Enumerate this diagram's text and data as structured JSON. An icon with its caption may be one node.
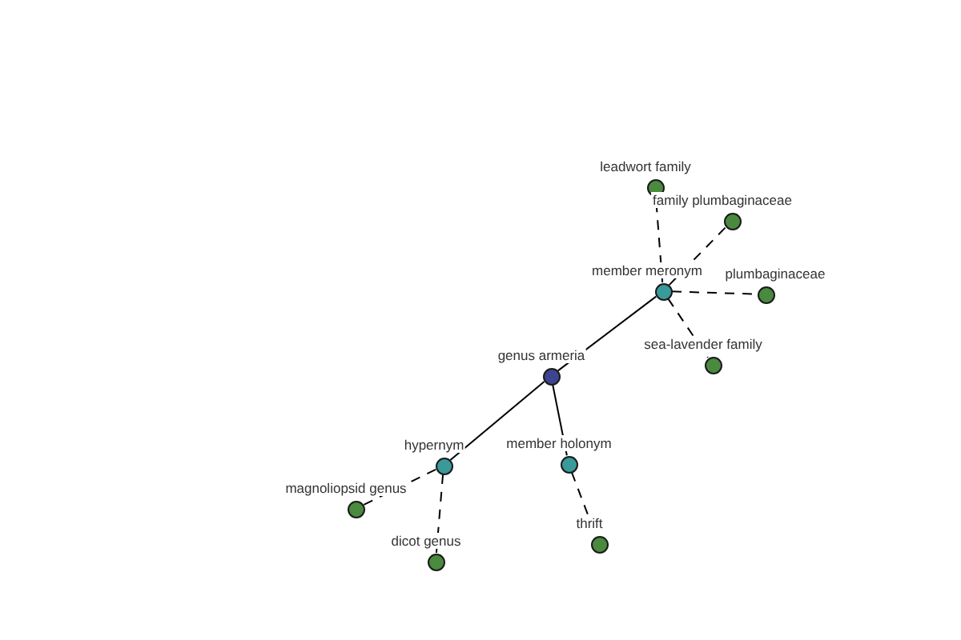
{
  "diagram": {
    "nodes": [
      {
        "text": [],
        "shape": "circle",
        "beside": [
          "genus armeria"
        ]
      },
      {
        "text": [],
        "shape": "circle",
        "beside": [
          "member meronym"
        ]
      },
      {
        "text": [],
        "shape": "circle",
        "beside": [
          "hypernym"
        ]
      },
      {
        "text": [],
        "shape": "circle",
        "beside": [
          "member holonym"
        ]
      },
      {
        "text": [],
        "shape": "circle",
        "beside": [
          "leadwort family"
        ]
      },
      {
        "text": [],
        "shape": "circle",
        "beside": [
          "family plumbaginaceae"
        ]
      },
      {
        "text": [],
        "shape": "circle",
        "beside": [
          "plumbaginaceae"
        ]
      },
      {
        "text": [],
        "shape": "circle",
        "beside": [
          "sea-lavender family"
        ]
      },
      {
        "text": [],
        "shape": "circle",
        "beside": [
          "magnoliopsid genus"
        ]
      },
      {
        "text": [],
        "shape": "circle",
        "beside": [
          "dicot genus"
        ]
      },
      {
        "text": [],
        "shape": "circle",
        "beside": [
          "thrift"
        ]
      }
    ],
    "edges": [
      {
        "from": 0,
        "to": 1,
        "arrow": "none"
      },
      {
        "from": 0,
        "to": 2,
        "arrow": "none"
      },
      {
        "from": 0,
        "to": 3,
        "arrow": "none"
      },
      {
        "from": 1,
        "to": 4,
        "arrow": "none",
        "style": "dashed"
      },
      {
        "from": 1,
        "to": 5,
        "arrow": "none",
        "style": "dashed"
      },
      {
        "from": 1,
        "to": 6,
        "arrow": "none",
        "style": "dashed"
      },
      {
        "from": 1,
        "to": 7,
        "arrow": "none",
        "style": "dashed"
      },
      {
        "from": 2,
        "to": 8,
        "arrow": "none",
        "style": "dashed"
      },
      {
        "from": 2,
        "to": 9,
        "arrow": "none",
        "style": "dashed"
      },
      {
        "from": 3,
        "to": 10,
        "arrow": "none",
        "style": "dashed"
      }
    ]
  }
}
